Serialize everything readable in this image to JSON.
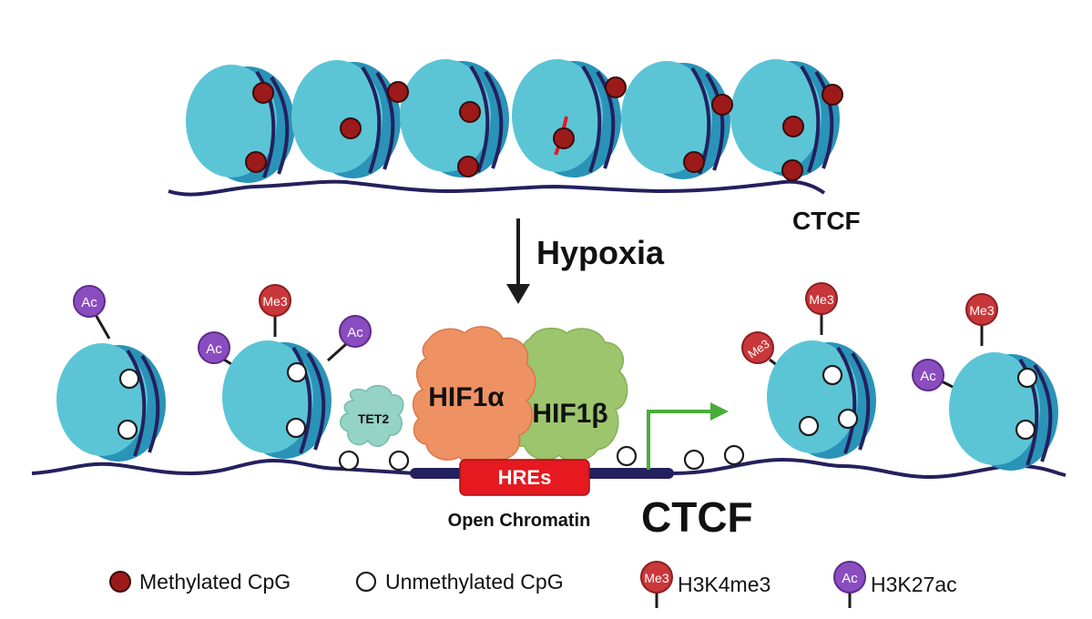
{
  "labels": {
    "ctcf_top": "CTCF",
    "hypoxia": "Hypoxia",
    "ctcf_bottom": "CTCF",
    "open_chromatin": "Open Chromatin",
    "hres": "HREs",
    "hif1a": "HIF1α",
    "hif1b": "HIF1β",
    "tet2": "TET2"
  },
  "marks": {
    "ac": "Ac",
    "me3": "Me3"
  },
  "legend": {
    "methylated": "Methylated CpG",
    "unmethylated": "Unmethylated CpG",
    "h3k4me3": "H3K4me3",
    "h3k27ac": "H3K27ac",
    "me3_badge": "Me3",
    "ac_badge": "Ac"
  },
  "colors": {
    "nucleosome_light": "#5bc5d6",
    "nucleosome_dark": "#2a93b8",
    "dna": "#24205e",
    "methyl": "#9c1a1a",
    "ac_purple": "#8a4dbf",
    "me3_red": "#c9373a",
    "hif1a": "#ee9264",
    "hif1b": "#9cc56d",
    "tet2": "#8fd1c2",
    "hres": "#e5191f",
    "arrow_green": "#4aad3a"
  }
}
